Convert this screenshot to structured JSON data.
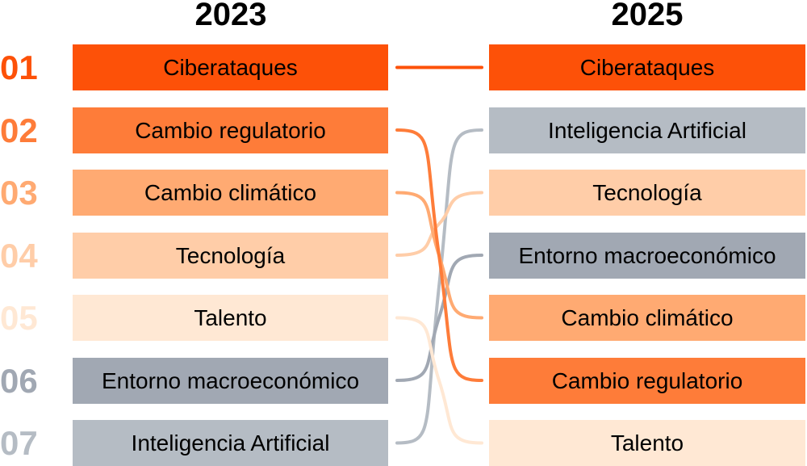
{
  "headers": {
    "left_year": "2023",
    "right_year": "2025"
  },
  "ranks": [
    "01",
    "02",
    "03",
    "04",
    "05",
    "06",
    "07"
  ],
  "rank_colors": [
    "#FD5108",
    "#FE7C39",
    "#FFAA72",
    "#FFCDA8",
    "#FFE8D4",
    "#A1A8B3",
    "#B5BCC4"
  ],
  "left_items": [
    {
      "label": "Ciberataques",
      "color": "#FD5108"
    },
    {
      "label": "Cambio regulatorio",
      "color": "#FE7C39"
    },
    {
      "label": "Cambio climático",
      "color": "#FFAA72"
    },
    {
      "label": "Tecnología",
      "color": "#FFCDA8"
    },
    {
      "label": "Talento",
      "color": "#FFE8D4"
    },
    {
      "label": "Entorno macroeconómico",
      "color": "#A1A8B3"
    },
    {
      "label": "Inteligencia Artificial",
      "color": "#B5BCC4"
    }
  ],
  "right_items": [
    {
      "label": "Ciberataques",
      "color": "#FD5108"
    },
    {
      "label": "Inteligencia Artificial",
      "color": "#B5BCC4"
    },
    {
      "label": "Tecnología",
      "color": "#FFCDA8"
    },
    {
      "label": "Entorno macroeconómico",
      "color": "#A1A8B3"
    },
    {
      "label": "Cambio climático",
      "color": "#FFAA72"
    },
    {
      "label": "Cambio regulatorio",
      "color": "#FE7C39"
    },
    {
      "label": "Talento",
      "color": "#FFE8D4"
    }
  ],
  "rank_changes": [
    [
      1,
      1
    ],
    [
      2,
      6
    ],
    [
      3,
      5
    ],
    [
      4,
      3
    ],
    [
      5,
      7
    ],
    [
      6,
      4
    ],
    [
      7,
      2
    ]
  ]
}
